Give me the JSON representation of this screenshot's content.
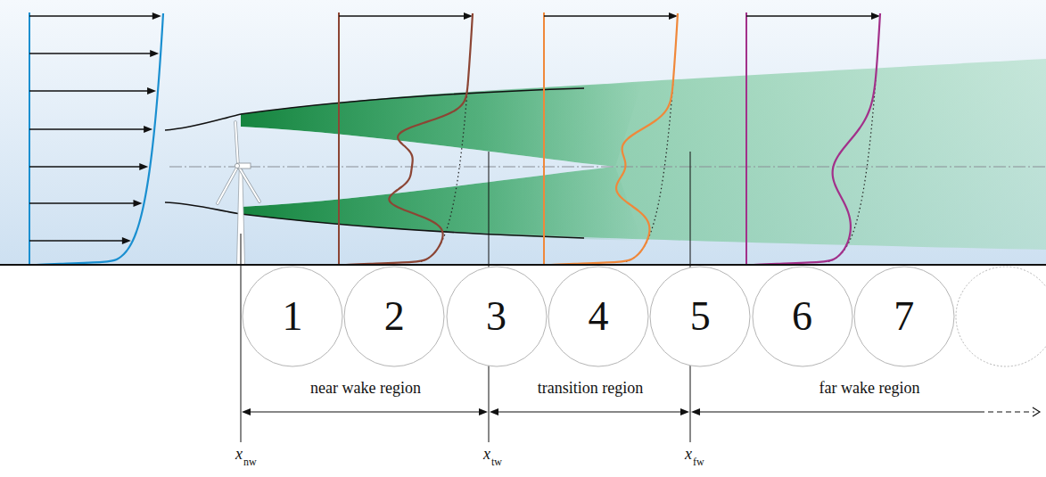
{
  "diagram": {
    "nodes": [
      {
        "text": [
          "1"
        ]
      },
      {
        "text": [
          "2"
        ]
      },
      {
        "text": [
          "3"
        ]
      },
      {
        "text": [
          "4"
        ]
      },
      {
        "text": [
          "5"
        ]
      },
      {
        "text": [
          "6"
        ]
      },
      {
        "text": [
          "7"
        ]
      }
    ],
    "labels": [
      "near wake region",
      "transition region",
      "far wake region",
      "x",
      "nw",
      "x",
      "tw",
      "x",
      "fw"
    ]
  }
}
